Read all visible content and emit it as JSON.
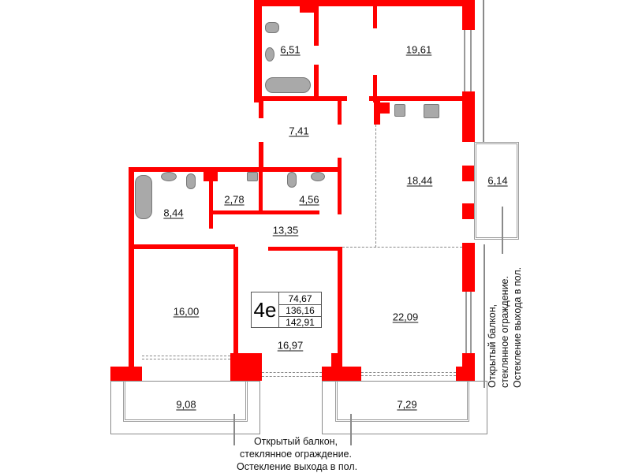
{
  "plan": {
    "apartment_type": "4e",
    "areas": {
      "living": "74,67",
      "total": "136,16",
      "total_with_balconies": "142,91"
    },
    "colors": {
      "walls": "#ff0000",
      "fixtures": "#a9a9a9",
      "lines": "#8a8a8a"
    },
    "rooms": [
      {
        "id": "bathroom-top",
        "area": "6,51"
      },
      {
        "id": "bedroom-top",
        "area": "19,61"
      },
      {
        "id": "hall-top",
        "area": "7,41"
      },
      {
        "id": "bathroom-left",
        "area": "8,44"
      },
      {
        "id": "laundry",
        "area": "2,78"
      },
      {
        "id": "wc",
        "area": "4,56"
      },
      {
        "id": "corridor",
        "area": "13,35"
      },
      {
        "id": "kitchen",
        "area": "18,44"
      },
      {
        "id": "balcony-right",
        "area": "6,14"
      },
      {
        "id": "bedroom-left",
        "area": "16,00"
      },
      {
        "id": "bedroom-middle",
        "area": "16,97"
      },
      {
        "id": "living-room",
        "area": "22,09"
      },
      {
        "id": "balcony-bottom-left",
        "area": "9,08"
      },
      {
        "id": "balcony-bottom-right",
        "area": "7,29"
      }
    ],
    "notes": {
      "bottom": [
        "Открытый балкон,",
        "стеклянное ограждение.",
        "Остекление выхода в пол."
      ],
      "right": [
        "Открытый балкон,",
        "стеклянное ограждение.",
        "Остекление выхода в пол."
      ]
    }
  }
}
